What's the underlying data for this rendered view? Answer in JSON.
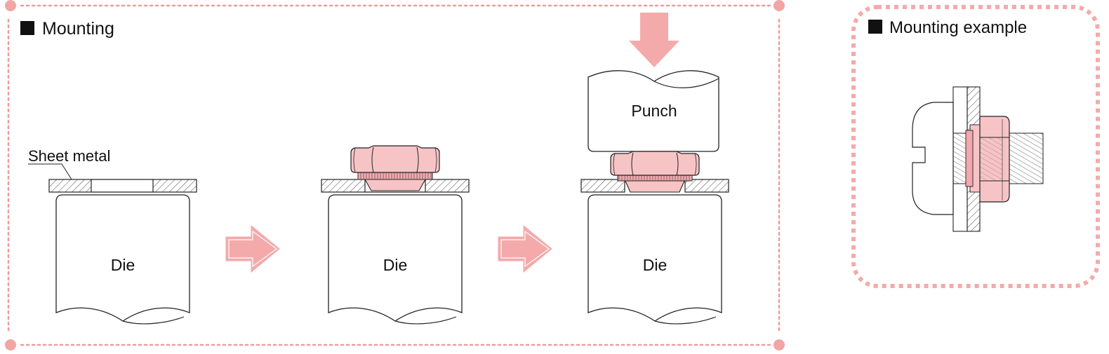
{
  "mounting_panel": {
    "title": "Mounting",
    "sheet_metal_label": "Sheet metal",
    "punch_label": "Punch",
    "die_label": "Die"
  },
  "example_panel": {
    "title": "Mounting example"
  },
  "colors": {
    "accent_pink": "#f4aaaa",
    "dot_border": "#ef9b9b",
    "nut_fill": "#f7c4c6",
    "nut_fill_dark": "#f2a8ad",
    "line": "#222222"
  },
  "icons": [
    "square-bullet-icon",
    "arrow-right-icon",
    "arrow-down-icon"
  ]
}
